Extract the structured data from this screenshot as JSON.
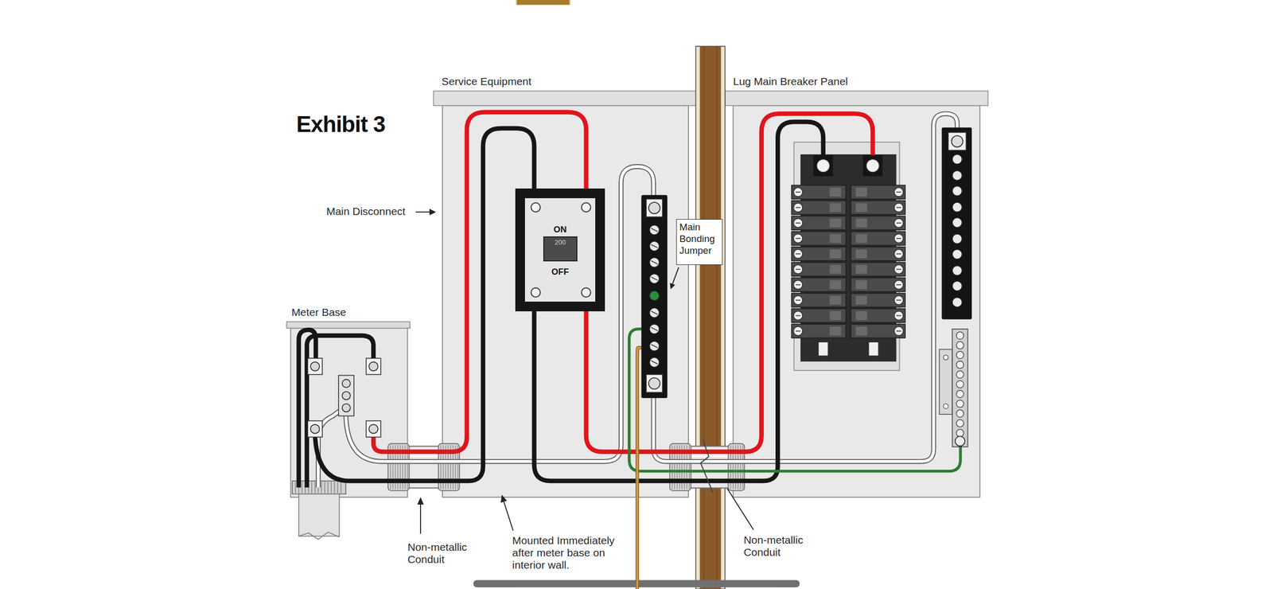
{
  "diagram": {
    "title": "Exhibit 3",
    "nodes": [
      {
        "text": [
          "Service Equipment"
        ]
      },
      {
        "text": [
          "ON",
          "200",
          "OFF"
        ],
        "in": 0
      },
      {
        "text": [
          "Lug Main Breaker Panel"
        ]
      },
      {
        "text": [
          "Main Bonding Jumper"
        ]
      },
      {
        "text": [
          "Meter Base"
        ]
      }
    ],
    "edges": [
      {
        "from": 4,
        "to": 0,
        "arrow": "none"
      },
      {
        "from": 0,
        "to": 2,
        "arrow": "none"
      }
    ],
    "labels": [
      "Main Disconnect",
      "Non-metallic Conduit",
      "Mounted Immediately after meter base on interior wall.",
      "Non-metallic Conduit"
    ]
  }
}
